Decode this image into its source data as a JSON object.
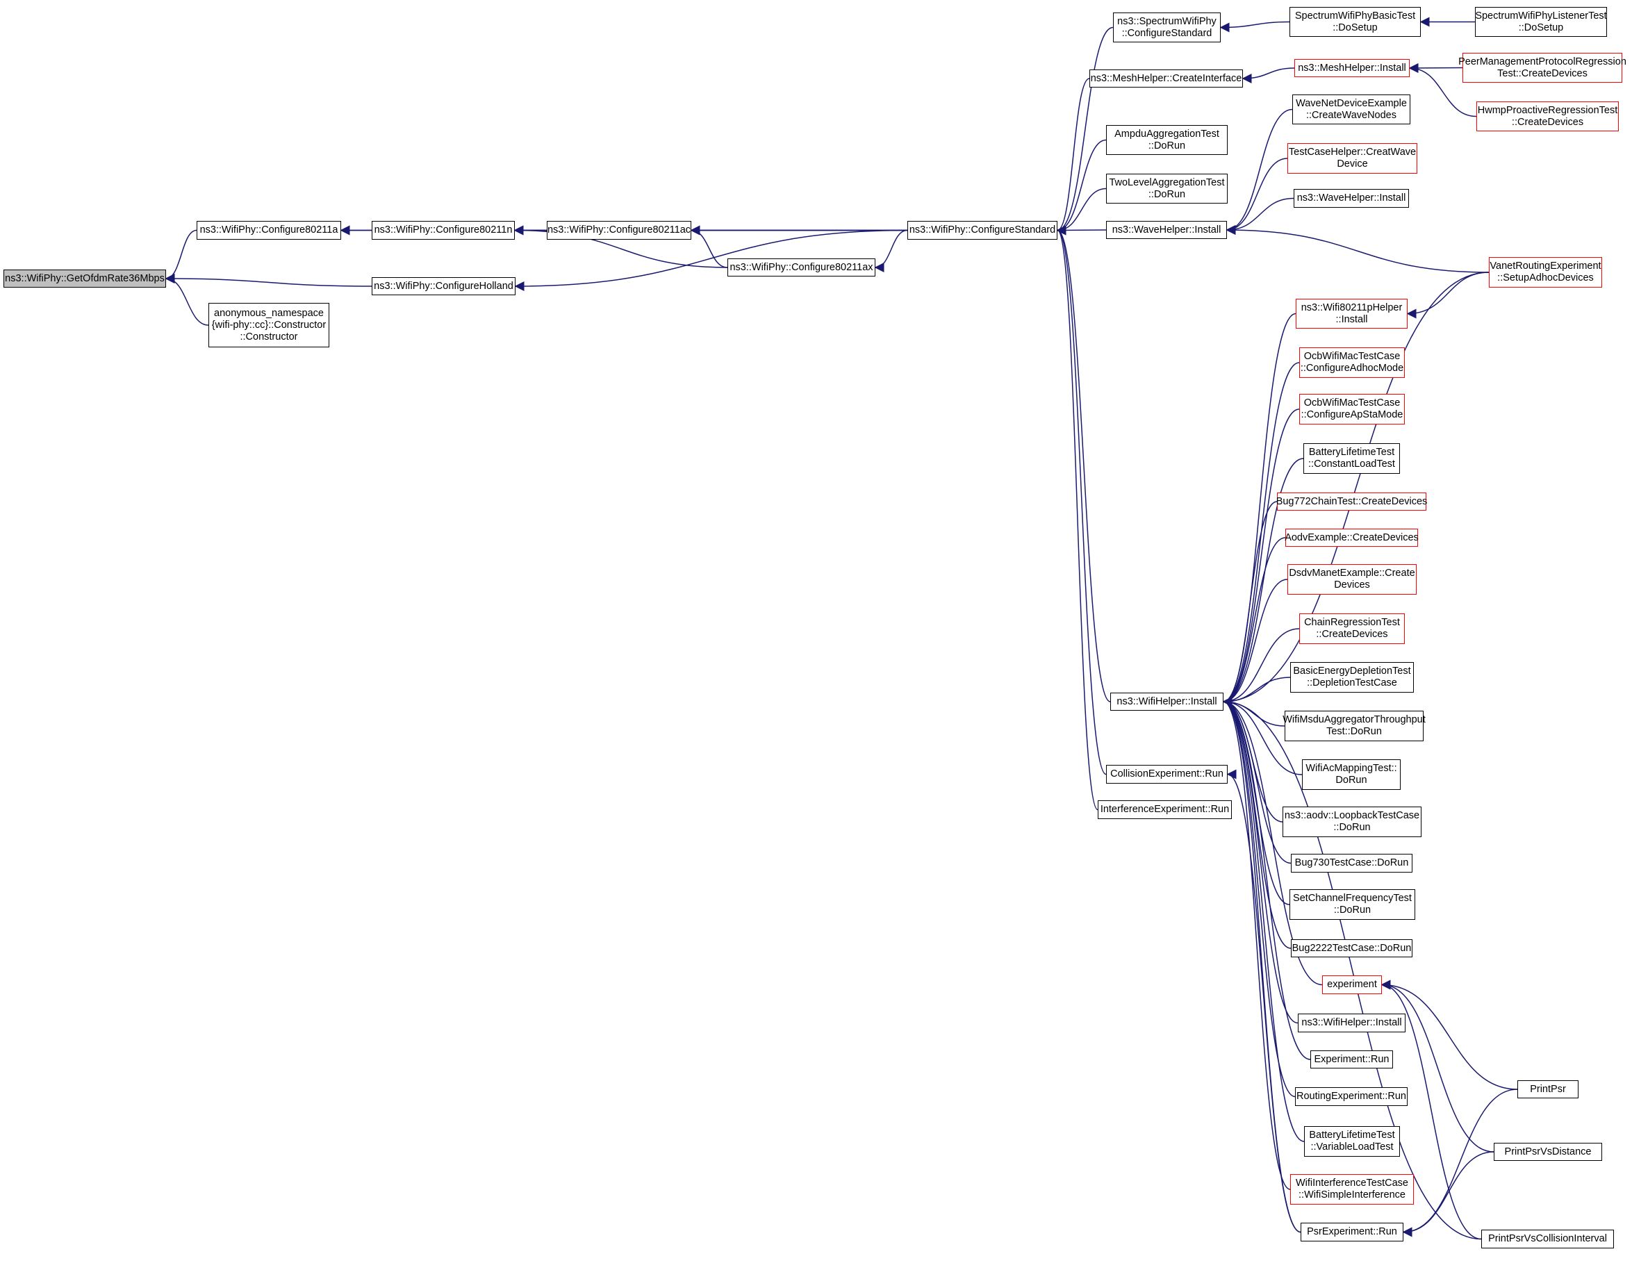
{
  "colors": {
    "edge": "#191970",
    "node_border": "#000000",
    "node_border_red": "#ff0000",
    "root_fill": "#bfbfbf"
  },
  "nodes": {
    "getofdmrate36mbps": {
      "label": "ns3::WifiPhy::GetOfdmRate36Mbps",
      "border": "black",
      "root": true
    },
    "configure80211a": {
      "label": "ns3::WifiPhy::Configure80211a",
      "border": "black"
    },
    "anonymous": {
      "label": "anonymous_namespace\n{wifi-phy::cc}::Constructor\n::Constructor",
      "border": "black"
    },
    "configure80211n": {
      "label": "ns3::WifiPhy::Configure80211n",
      "border": "black"
    },
    "configureholland": {
      "label": "ns3::WifiPhy::ConfigureHolland",
      "border": "black"
    },
    "configure80211ac": {
      "label": "ns3::WifiPhy::Configure80211ac",
      "border": "black"
    },
    "configure80211ax": {
      "label": "ns3::WifiPhy::Configure80211ax",
      "border": "black"
    },
    "configurestandard": {
      "label": "ns3::WifiPhy::ConfigureStandard",
      "border": "black"
    },
    "spectrumconfigurestandard": {
      "label": "ns3::SpectrumWifiPhy\n::ConfigureStandard",
      "border": "black"
    },
    "meshcreateinterface": {
      "label": "ns3::MeshHelper::CreateInterface",
      "border": "black"
    },
    "ampdu": {
      "label": "AmpduAggregationTest\n::DoRun",
      "border": "black"
    },
    "twolevel": {
      "label": "TwoLevelAggregationTest\n::DoRun",
      "border": "black"
    },
    "waveinstall": {
      "label": "ns3::WaveHelper::Install",
      "border": "black"
    },
    "wifihelperinstall": {
      "label": "ns3::WifiHelper::Install",
      "border": "black"
    },
    "collision": {
      "label": "CollisionExperiment::Run",
      "border": "black"
    },
    "interference": {
      "label": "InterferenceExperiment::Run",
      "border": "black"
    },
    "spectrumbasic": {
      "label": "SpectrumWifiPhyBasicTest\n::DoSetup",
      "border": "black"
    },
    "spectrumlistener": {
      "label": "SpectrumWifiPhyListenerTest\n::DoSetup",
      "border": "black"
    },
    "meshinstall": {
      "label": "ns3::MeshHelper::Install",
      "border": "red"
    },
    "peermgmt": {
      "label": "PeerManagementProtocolRegression\nTest::CreateDevices",
      "border": "red"
    },
    "hwmp": {
      "label": "HwmpProactiveRegressionTest\n::CreateDevices",
      "border": "red"
    },
    "wavenetdevice": {
      "label": "WaveNetDeviceExample\n::CreateWaveNodes",
      "border": "black"
    },
    "testcasehelper": {
      "label": "TestCaseHelper::CreatWave\nDevice",
      "border": "red"
    },
    "wavehelperinstall2": {
      "label": "ns3::WaveHelper::Install",
      "border": "black"
    },
    "vanet": {
      "label": "VanetRoutingExperiment\n::SetupAdhocDevices",
      "border": "red"
    },
    "wifi80211p": {
      "label": "ns3::Wifi80211pHelper\n::Install",
      "border": "red"
    },
    "ocbadhoc": {
      "label": "OcbWifiMacTestCase\n::ConfigureAdhocMode",
      "border": "red"
    },
    "ocbapsta": {
      "label": "OcbWifiMacTestCase\n::ConfigureApStaMode",
      "border": "red"
    },
    "batteryconstant": {
      "label": "BatteryLifetimeTest\n::ConstantLoadTest",
      "border": "black"
    },
    "bug772": {
      "label": "Bug772ChainTest::CreateDevices",
      "border": "red"
    },
    "aodvexample": {
      "label": "AodvExample::CreateDevices",
      "border": "red"
    },
    "dsdvmanet": {
      "label": "DsdvManetExample::Create\nDevices",
      "border": "red"
    },
    "chainregression": {
      "label": "ChainRegressionTest\n::CreateDevices",
      "border": "red"
    },
    "basicenergy": {
      "label": "BasicEnergyDepletionTest\n::DepletionTestCase",
      "border": "black"
    },
    "msdu": {
      "label": "WifiMsduAggregatorThroughput\nTest::DoRun",
      "border": "black"
    },
    "acmapping": {
      "label": "WifiAcMappingTest::\nDoRun",
      "border": "black"
    },
    "aodvloopback": {
      "label": "ns3::aodv::LoopbackTestCase\n::DoRun",
      "border": "black"
    },
    "bug730": {
      "label": "Bug730TestCase::DoRun",
      "border": "black"
    },
    "setchannel": {
      "label": "SetChannelFrequencyTest\n::DoRun",
      "border": "black"
    },
    "bug2222": {
      "label": "Bug2222TestCase::DoRun",
      "border": "black"
    },
    "experiment": {
      "label": "experiment",
      "border": "red"
    },
    "wifihelperinstall2": {
      "label": "ns3::WifiHelper::Install",
      "border": "black"
    },
    "experimentrun": {
      "label": "Experiment::Run",
      "border": "black"
    },
    "routingexp": {
      "label": "RoutingExperiment::Run",
      "border": "black"
    },
    "batteryvariable": {
      "label": "BatteryLifetimeTest\n::VariableLoadTest",
      "border": "black"
    },
    "wifiinterference": {
      "label": "WifiInterferenceTestCase\n::WifiSimpleInterference",
      "border": "red"
    },
    "psrexp": {
      "label": "PsrExperiment::Run",
      "border": "black"
    },
    "printpsr": {
      "label": "PrintPsr",
      "border": "black"
    },
    "printpsrdist": {
      "label": "PrintPsrVsDistance",
      "border": "black"
    },
    "printpsrcoll": {
      "label": "PrintPsrVsCollisionInterval",
      "border": "black"
    }
  },
  "edges": [
    [
      "configure80211a",
      "getofdmrate36mbps"
    ],
    [
      "configureholland",
      "getofdmrate36mbps"
    ],
    [
      "anonymous",
      "getofdmrate36mbps"
    ],
    [
      "configure80211n",
      "configure80211a"
    ],
    [
      "configurestandard",
      "configure80211a"
    ],
    [
      "configure80211ac",
      "configure80211n"
    ],
    [
      "configure80211ax",
      "configure80211n"
    ],
    [
      "configurestandard",
      "configure80211n"
    ],
    [
      "configurestandard",
      "configureholland"
    ],
    [
      "configurestandard",
      "configure80211ac"
    ],
    [
      "configure80211ax",
      "configure80211ac"
    ],
    [
      "configurestandard",
      "configure80211ax"
    ],
    [
      "spectrumconfigurestandard",
      "configurestandard"
    ],
    [
      "meshcreateinterface",
      "configurestandard"
    ],
    [
      "ampdu",
      "configurestandard"
    ],
    [
      "twolevel",
      "configurestandard"
    ],
    [
      "waveinstall",
      "configurestandard"
    ],
    [
      "wifihelperinstall",
      "configurestandard"
    ],
    [
      "collision",
      "configurestandard"
    ],
    [
      "interference",
      "configurestandard"
    ],
    [
      "spectrumbasic",
      "spectrumconfigurestandard"
    ],
    [
      "spectrumlistener",
      "spectrumbasic"
    ],
    [
      "meshinstall",
      "meshcreateinterface"
    ],
    [
      "peermgmt",
      "meshinstall"
    ],
    [
      "hwmp",
      "meshinstall"
    ],
    [
      "wavenetdevice",
      "waveinstall"
    ],
    [
      "testcasehelper",
      "waveinstall"
    ],
    [
      "wavehelperinstall2",
      "waveinstall"
    ],
    [
      "vanet",
      "waveinstall"
    ],
    [
      "vanet",
      "wifihelperinstall"
    ],
    [
      "wifi80211p",
      "wifihelperinstall"
    ],
    [
      "vanet",
      "wifi80211p"
    ],
    [
      "ocbadhoc",
      "wifihelperinstall"
    ],
    [
      "ocbapsta",
      "wifihelperinstall"
    ],
    [
      "batteryconstant",
      "wifihelperinstall"
    ],
    [
      "bug772",
      "wifihelperinstall"
    ],
    [
      "aodvexample",
      "wifihelperinstall"
    ],
    [
      "dsdvmanet",
      "wifihelperinstall"
    ],
    [
      "chainregression",
      "wifihelperinstall"
    ],
    [
      "basicenergy",
      "wifihelperinstall"
    ],
    [
      "msdu",
      "wifihelperinstall"
    ],
    [
      "acmapping",
      "wifihelperinstall"
    ],
    [
      "aodvloopback",
      "wifihelperinstall"
    ],
    [
      "bug730",
      "wifihelperinstall"
    ],
    [
      "setchannel",
      "wifihelperinstall"
    ],
    [
      "bug2222",
      "wifihelperinstall"
    ],
    [
      "experiment",
      "wifihelperinstall"
    ],
    [
      "wifihelperinstall2",
      "wifihelperinstall"
    ],
    [
      "experimentrun",
      "wifihelperinstall"
    ],
    [
      "routingexp",
      "wifihelperinstall"
    ],
    [
      "batteryvariable",
      "wifihelperinstall"
    ],
    [
      "wifiinterference",
      "wifihelperinstall"
    ],
    [
      "psrexp",
      "wifihelperinstall"
    ],
    [
      "printpsr",
      "experiment"
    ],
    [
      "printpsrdist",
      "experiment"
    ],
    [
      "printpsrcoll",
      "experiment"
    ],
    [
      "printpsr",
      "psrexp"
    ],
    [
      "printpsrdist",
      "psrexp"
    ],
    [
      "printpsrcoll",
      "wifihelperinstall"
    ],
    [
      "psrexp",
      "collision"
    ]
  ]
}
